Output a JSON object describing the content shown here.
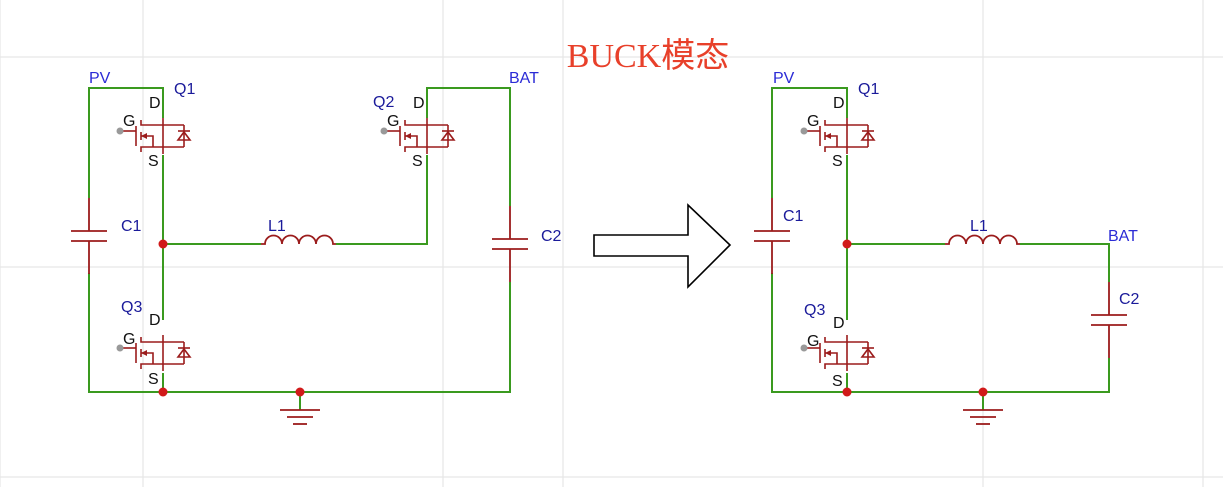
{
  "title": "BUCK模态",
  "colors": {
    "wire": "#3a9a1f",
    "component": "#9b1c1c",
    "label": "#1a1a9a",
    "net_label": "#2b2bd6",
    "title": "#e8402a",
    "grid": "#e6e6e6",
    "junction": "#d11a1a",
    "arrow": "#000000"
  },
  "left_circuit": {
    "net_pv": "PV",
    "net_bat": "BAT",
    "q1": {
      "name": "Q1",
      "pins": {
        "d": "D",
        "g": "G",
        "s": "S"
      }
    },
    "q2": {
      "name": "Q2",
      "pins": {
        "d": "D",
        "g": "G",
        "s": "S"
      }
    },
    "q3": {
      "name": "Q3",
      "pins": {
        "d": "D",
        "g": "G",
        "s": "S"
      }
    },
    "c1": "C1",
    "c2": "C2",
    "l1": "L1"
  },
  "right_circuit": {
    "net_pv": "PV",
    "net_bat": "BAT",
    "q1": {
      "name": "Q1",
      "pins": {
        "d": "D",
        "g": "G",
        "s": "S"
      }
    },
    "q3": {
      "name": "Q3",
      "pins": {
        "d": "D",
        "g": "G",
        "s": "S"
      }
    },
    "c1": "C1",
    "c2": "C2",
    "l1": "L1"
  },
  "arrow_icon": "right-arrow-icon"
}
